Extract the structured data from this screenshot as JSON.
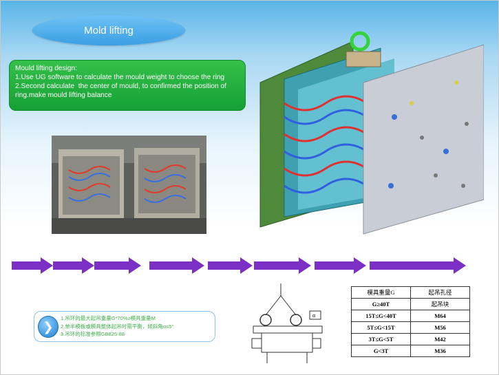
{
  "title": "Mold lifting",
  "design": {
    "heading": "Mould lifting design:",
    "line1": "1.Use UG software to calculate the mould weight to choose the ring",
    "line2": "2.Second calculate  the center of mould, to confirmed the position of ring.make mould lifting balance"
  },
  "notes": {
    "line1": "1.吊环的最大起吊重量G*70%≥模具重量M",
    "line2": "2.单半模板或模具整体起吊时需平衡，倾斜角α≤5°",
    "line3": "3.吊环的标准参照GB825-88"
  },
  "diagram": {
    "alpha": "α"
  },
  "table": {
    "header": [
      "模具重量G",
      "起吊孔径"
    ],
    "rows": [
      [
        "G≥40T",
        "起吊块"
      ],
      [
        "15T≤G<40T",
        "M64"
      ],
      [
        "5T≤G<15T",
        "M56"
      ],
      [
        "3T≤G<5T",
        "M42"
      ],
      [
        "G<3T",
        "M36"
      ]
    ]
  },
  "colors": {
    "title_bg": "#3a9fe3",
    "design_bg": "#1fa83d",
    "arrow": "#7b2fc4",
    "notes_text": "#3fb24a"
  },
  "icons": {
    "bullet": "chevron-right-icon"
  }
}
